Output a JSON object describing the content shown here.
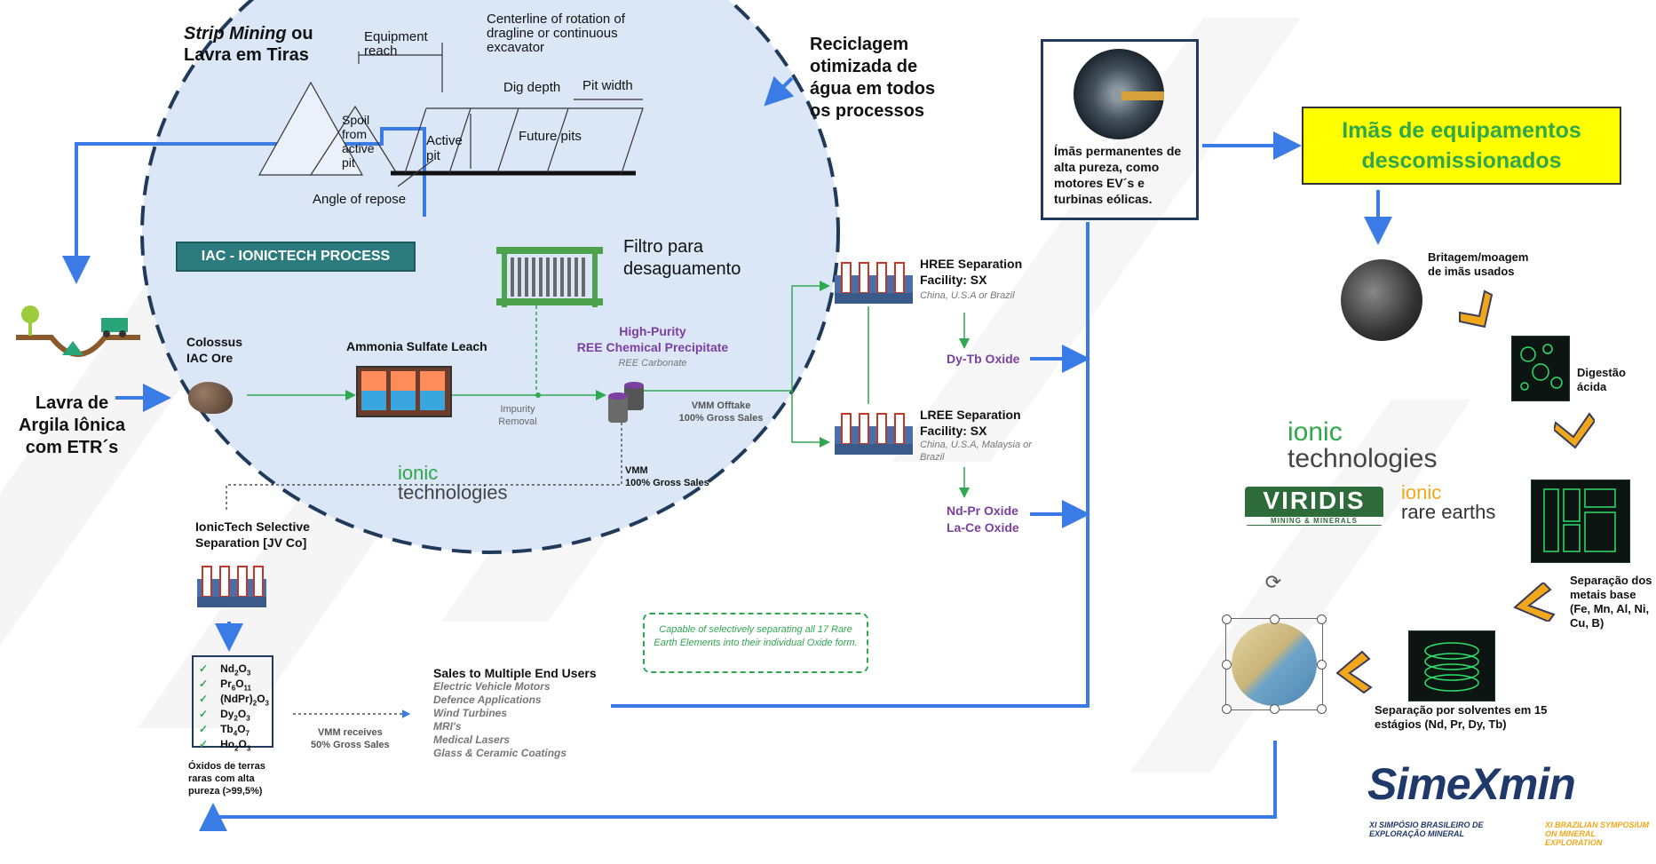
{
  "strip_mining": {
    "title_italic": "Strip Mining",
    "title_ou": " ou",
    "title_line2": "Lavra em Tiras"
  },
  "strip_labels": {
    "equipment_reach": "Equipment reach",
    "centerline": "Centerline of rotation of dragline or continuous excavator",
    "dig_depth": "Dig depth",
    "pit_width": "Pit width",
    "spoil": "Spoil from active pit",
    "active_pit": "Active pit",
    "future_pits": "Future pits",
    "angle_repose": "Angle of repose"
  },
  "reciclagem": "Reciclagem otimizada de água em todos os processos",
  "iac_process": "IAC - IONICTECH PROCESS",
  "filtro": "Filtro para desaguamento",
  "colossus": "Colossus IAC Ore",
  "ammonia": "Ammonia Sulfate Leach",
  "impurity": "Impurity Removal",
  "high_purity": {
    "line1": "High-Purity",
    "line2": "REE Chemical Precipitate",
    "sub": "REE Carbonate"
  },
  "vmm_offtake": {
    "line1": "VMM Offtake",
    "line2": "100% Gross Sales"
  },
  "vmm_gross": {
    "line1": "VMM",
    "line2": "100% Gross Sales"
  },
  "ionic_logo_center": {
    "top": "ionic",
    "bottom": "technologies"
  },
  "lavra": "Lavra de Argila Iônica com ETR´s",
  "hree": {
    "line1": "HREE Separation",
    "line2": "Facility: SX",
    "sub": "China, U.S.A or Brazil"
  },
  "lree": {
    "line1": "LREE Separation",
    "line2": "Facility: SX",
    "sub": "China, U.S.A, Malaysia or Brazil"
  },
  "dy_tb": "Dy-Tb Oxide",
  "nd_pr": "Nd-Pr Oxide",
  "la_ce": "La-Ce Oxide",
  "ionictech_sel": {
    "line1": "IonicTech Selective",
    "line2": "Separation [JV Co]"
  },
  "oxides": [
    {
      "label": "Nd",
      "sub1": "2",
      "mid": "O",
      "sub2": "3"
    },
    {
      "label": "Pr",
      "sub1": "6",
      "mid": "O",
      "sub2": "11"
    },
    {
      "label": "(NdPr)",
      "sub1": "2",
      "mid": "O",
      "sub2": "3"
    },
    {
      "label": "Dy",
      "sub1": "2",
      "mid": "O",
      "sub2": "3"
    },
    {
      "label": "Tb",
      "sub1": "4",
      "mid": "O",
      "sub2": "7"
    },
    {
      "label": "Ho",
      "sub1": "2",
      "mid": "O",
      "sub2": "3"
    }
  ],
  "oxidos_caption": "Óxidos de terras raras com alta pureza (>99,5%)",
  "vmm_receives": {
    "line1": "VMM receives",
    "line2": "50% Gross Sales"
  },
  "capable": "Capable of selectively separating all 17 Rare Earth Elements into their individual Oxide form.",
  "sales": {
    "title": "Sales to Multiple End Users",
    "items": [
      "Electric Vehicle Motors",
      "Defence Applications",
      "Wind Turbines",
      "MRI's",
      "Medical Lasers",
      "Glass & Ceramic Coatings"
    ]
  },
  "imas_box": "Ímãs permanentes de alta pureza, como motores EV´s e turbinas eólicas.",
  "imas_equip": "Imãs de equipamentos descomissionados",
  "britagem": "Britagem/moagem de imãs usados",
  "digestao": "Digestão ácida",
  "ionic_logo_right": {
    "top": "ionic",
    "bottom": "technologies"
  },
  "viridis": {
    "name": "VIRIDIS",
    "sub": "MINING & MINERALS"
  },
  "ionic_re": {
    "top": "ionic",
    "bottom": "rare earths"
  },
  "separacao_metais": "Separação dos metais base (Fe, Mn, Al, Ni, Cu, B)",
  "separacao_solventes": "Separação por solventes em 15 estágios (Nd, Pr, Dy, Tb)",
  "simexmin": {
    "logo": "SimeXmin",
    "left_sub": "XI SIMPÓSIO BRASILEIRO DE EXPLORAÇÃO MINERAL",
    "right_sub": "XI BRAZILIAN SYMPOSIUM ON MINERAL EXPLORATION"
  },
  "colors": {
    "blue_arrow": "#3b7be6",
    "green_line": "#2fa84f",
    "purple": "#7b3fa0",
    "yellow_box": "#ffff00",
    "green_text": "#2ea84a",
    "dark_circle": "#1f3a5a"
  }
}
